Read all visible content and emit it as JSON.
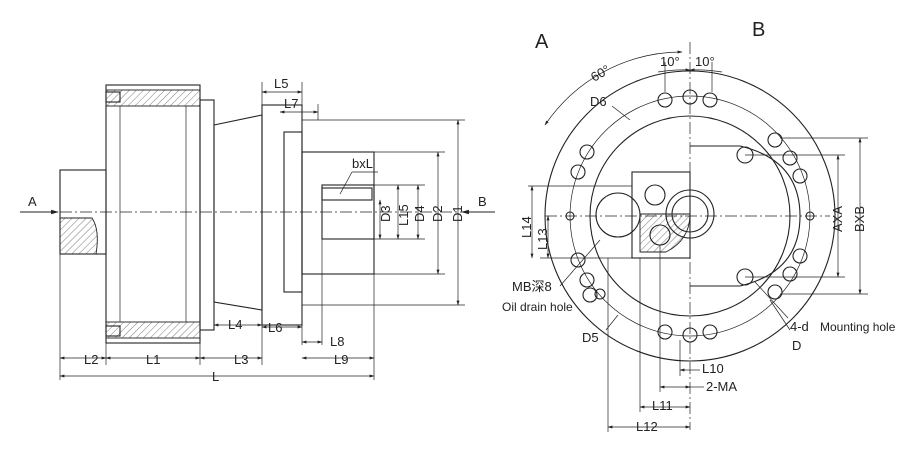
{
  "views": {
    "side_label_a": "A",
    "side_label_b": "B",
    "front_label_a": "A",
    "front_label_b": "B"
  },
  "side_view": {
    "l": "L",
    "l1": "L1",
    "l2": "L2",
    "l3": "L3",
    "l4": "L4",
    "l5": "L5",
    "l6": "L6",
    "l7": "L7",
    "l8": "L8",
    "l9": "L9",
    "l15": "L15",
    "d1": "D1",
    "d2": "D2",
    "d3": "D3",
    "d4": "D4",
    "key": "bxL"
  },
  "front_view": {
    "angle_60": "60°",
    "angle_10a": "10°",
    "angle_10b": "10°",
    "d5": "D5",
    "d6": "D6",
    "d": "D",
    "axa": "AXA",
    "bxb": "BXB",
    "l10": "L10",
    "l11": "L11",
    "l12": "L12",
    "l13": "L13",
    "l14": "L14",
    "ma": "2-MA",
    "mb": "MB深8",
    "oil_drain": "Oil drain hole",
    "mounting_count": "4-d",
    "mounting_text": "Mounting hole"
  }
}
